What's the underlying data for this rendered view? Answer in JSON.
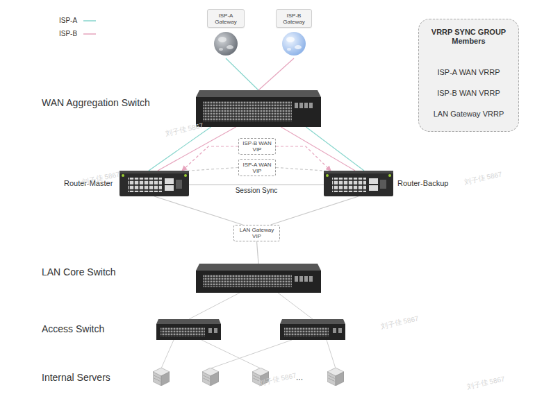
{
  "diagram": {
    "nodes": [
      {
        "text": [
          "ISP-A Gateway"
        ]
      },
      {
        "text": [
          "ISP-B Gateway"
        ]
      },
      {
        "text": [
          "VRRP SYNC GROUP Members",
          "ISP-A WAN VRRP",
          "ISP-B WAN VRRP",
          "LAN Gateway VRRP"
        ]
      },
      {
        "text": [
          "WAN Aggregation Switch"
        ]
      },
      {
        "text": [
          "ISP-B WAN VIP"
        ]
      },
      {
        "text": [
          "ISP-A WAN VIP"
        ]
      },
      {
        "text": [
          "Router-Master"
        ]
      },
      {
        "text": [
          "Router-Backup"
        ]
      },
      {
        "text": [
          "LAN Gateway VIP"
        ]
      },
      {
        "text": [
          "LAN Core Switch"
        ]
      }
    ],
    "edges": [
      {
        "from": 0,
        "to": 3,
        "arrow": "none"
      },
      {
        "from": 1,
        "to": 3,
        "arrow": "none"
      },
      {
        "from": 3,
        "to": 6,
        "arrow": "none"
      },
      {
        "from": 3,
        "to": 6,
        "arrow": "none"
      },
      {
        "from": 3,
        "to": 7,
        "arrow": "none"
      },
      {
        "from": 3,
        "to": 7,
        "arrow": "none"
      },
      {
        "from": 4,
        "to": 6,
        "arrow": "to"
      },
      {
        "from": 4,
        "to": 7,
        "arrow": "to"
      },
      {
        "from": 5,
        "to": 6,
        "arrow": "none"
      },
      {
        "from": 5,
        "to": 7,
        "arrow": "none"
      },
      {
        "from": 6,
        "to": 7,
        "label": "Session Sync",
        "arrow": "none"
      },
      {
        "from": 6,
        "to": 8,
        "arrow": "none"
      },
      {
        "from": 7,
        "to": 8,
        "arrow": "none"
      },
      {
        "from": 8,
        "to": 9,
        "arrow": "none"
      }
    ],
    "labels": [
      "Access Switch",
      "Internal Servers",
      "...",
      "刘子佳 5867",
      "刘子佳 5867",
      "刘子佳 5867",
      "刘子佳 5867",
      "刘子佳 5867",
      "刘子佳 5867"
    ],
    "legend": [
      {
        "text": "ISP-A"
      },
      {
        "text": "ISP-B"
      }
    ]
  }
}
